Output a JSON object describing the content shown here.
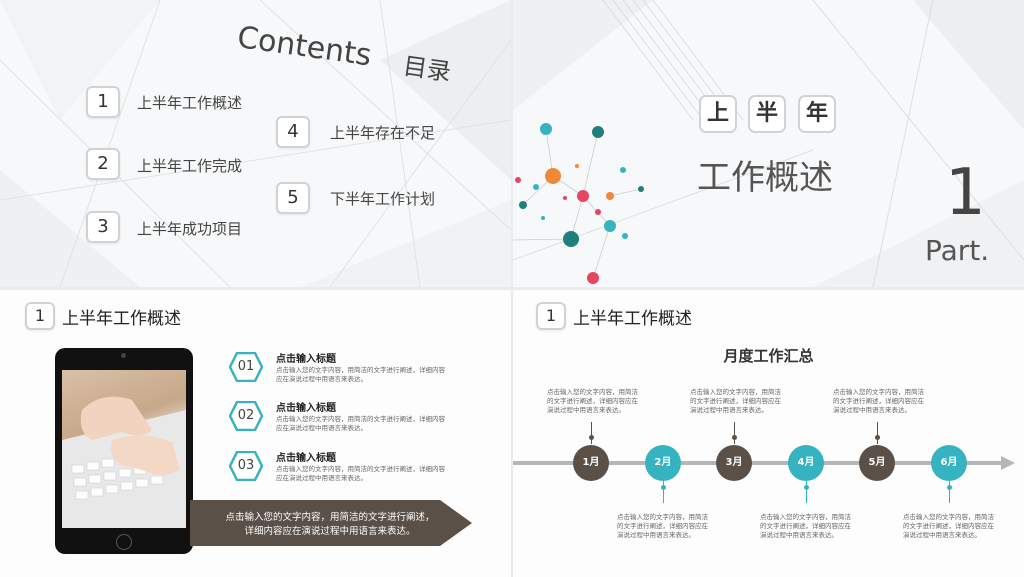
{
  "slide1": {
    "contents_en": "Contents",
    "contents_cn": "目录",
    "items": [
      {
        "num": "1",
        "label": "上半年工作概述"
      },
      {
        "num": "2",
        "label": "上半年工作完成"
      },
      {
        "num": "3",
        "label": "上半年成功项目"
      },
      {
        "num": "4",
        "label": "上半年存在不足"
      },
      {
        "num": "5",
        "label": "下半年工作计划"
      }
    ]
  },
  "slide2": {
    "chars": [
      "上",
      "半",
      "年"
    ],
    "subtitle": "工作概述",
    "part_num": "1",
    "part_label": "Part."
  },
  "slide3": {
    "section_num": "1",
    "section_title": "上半年工作概述",
    "points": [
      {
        "num": "01",
        "title": "点击输入标题",
        "text": "点击输入您的文字内容，用简洁的文字进行阐述，详细内容应在演说过程中用语言来表达。"
      },
      {
        "num": "02",
        "title": "点击输入标题",
        "text": "点击输入您的文字内容，用简洁的文字进行阐述，详细内容应在演说过程中用语言来表达。"
      },
      {
        "num": "03",
        "title": "点击输入标题",
        "text": "点击输入您的文字内容，用简洁的文字进行阐述，详细内容应在演说过程中用语言来表达。"
      }
    ],
    "arrow_line1": "点击输入您的文字内容，用简洁的文字进行阐述，",
    "arrow_line2": "详细内容应在演说过程中用语言来表达。"
  },
  "slide4": {
    "section_num": "1",
    "section_title": "上半年工作概述",
    "chart_title": "月度工作汇总",
    "months": [
      "1月",
      "2月",
      "3月",
      "4月",
      "5月",
      "6月"
    ],
    "top_texts": [
      "点击输入您的文字内容，用简洁的文字进行阐述，详细内容应在演说过程中用语言来表达。",
      "点击输入您的文字内容，用简洁的文字进行阐述，详细内容应在演说过程中用语言来表达。",
      "点击输入您的文字内容，用简洁的文字进行阐述，详细内容应在演说过程中用语言来表达。"
    ],
    "bottom_texts": [
      "点击输入您的文字内容，用简洁的文字进行阐述，详细内容应在演说过程中用语言来表达。",
      "点击输入您的文字内容，用简洁的文字进行阐述，详细内容应在演说过程中用语言来表达。",
      "点击输入您的文字内容，用简洁的文字进行阐述，详细内容应在演说过程中用语言来表达。"
    ],
    "colors": {
      "dark": "#5a5048",
      "teal": "#36b3c0"
    }
  }
}
